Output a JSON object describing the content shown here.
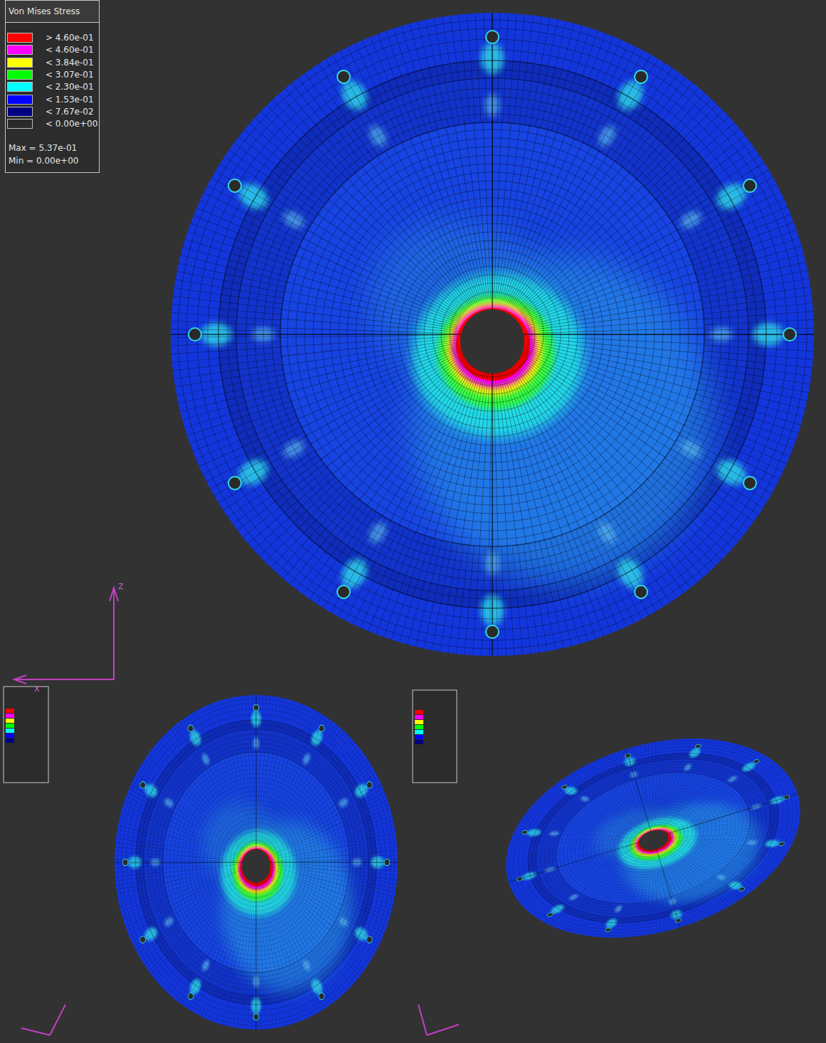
{
  "diagram": {
    "title": "Von Mises Stress",
    "labels": [
      "Max = 5.37e-01",
      "Min = 0.00e+00",
      "Z",
      "X"
    ],
    "legend": [
      {
        "text": "> 4.60e-01",
        "color": "#ff0000"
      },
      {
        "text": "< 4.60e-01",
        "color": "#ff00ff"
      },
      {
        "text": "< 3.84e-01",
        "color": "#ffff00"
      },
      {
        "text": "< 3.07e-01",
        "color": "#00ff00"
      },
      {
        "text": "< 2.30e-01",
        "color": "#00ffff"
      },
      {
        "text": "< 1.53e-01",
        "color": "#0000ff"
      },
      {
        "text": "< 7.67e-02",
        "color": "#000080"
      },
      {
        "text": "< 0.00e+00",
        "color": "#2b2b2b"
      }
    ]
  }
}
